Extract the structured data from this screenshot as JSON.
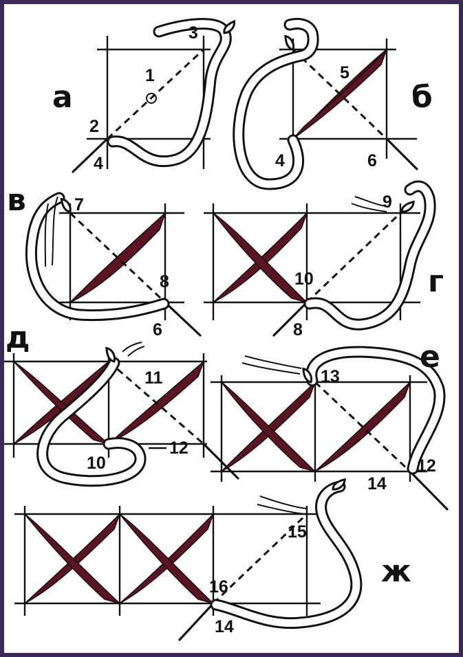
{
  "panels": {
    "a": {
      "letter": "а",
      "labels": [
        "1",
        "2",
        "3",
        "4"
      ]
    },
    "b": {
      "letter": "б",
      "labels": [
        "5",
        "4",
        "6"
      ]
    },
    "v": {
      "letter": "в",
      "labels": [
        "7",
        "8",
        "6"
      ]
    },
    "g": {
      "letter": "г",
      "labels": [
        "9",
        "10",
        "8"
      ]
    },
    "d": {
      "letter": "д",
      "labels": [
        "11",
        "10",
        "12"
      ]
    },
    "e": {
      "letter": "е",
      "labels": [
        "13",
        "12",
        "14"
      ]
    },
    "zh": {
      "letter": "ж",
      "labels": [
        "15",
        "16",
        "14"
      ]
    }
  },
  "colors": {
    "background": "#3a2a55",
    "paper": "#ffffff",
    "thread": "#5a1422",
    "ink": "#111111"
  }
}
